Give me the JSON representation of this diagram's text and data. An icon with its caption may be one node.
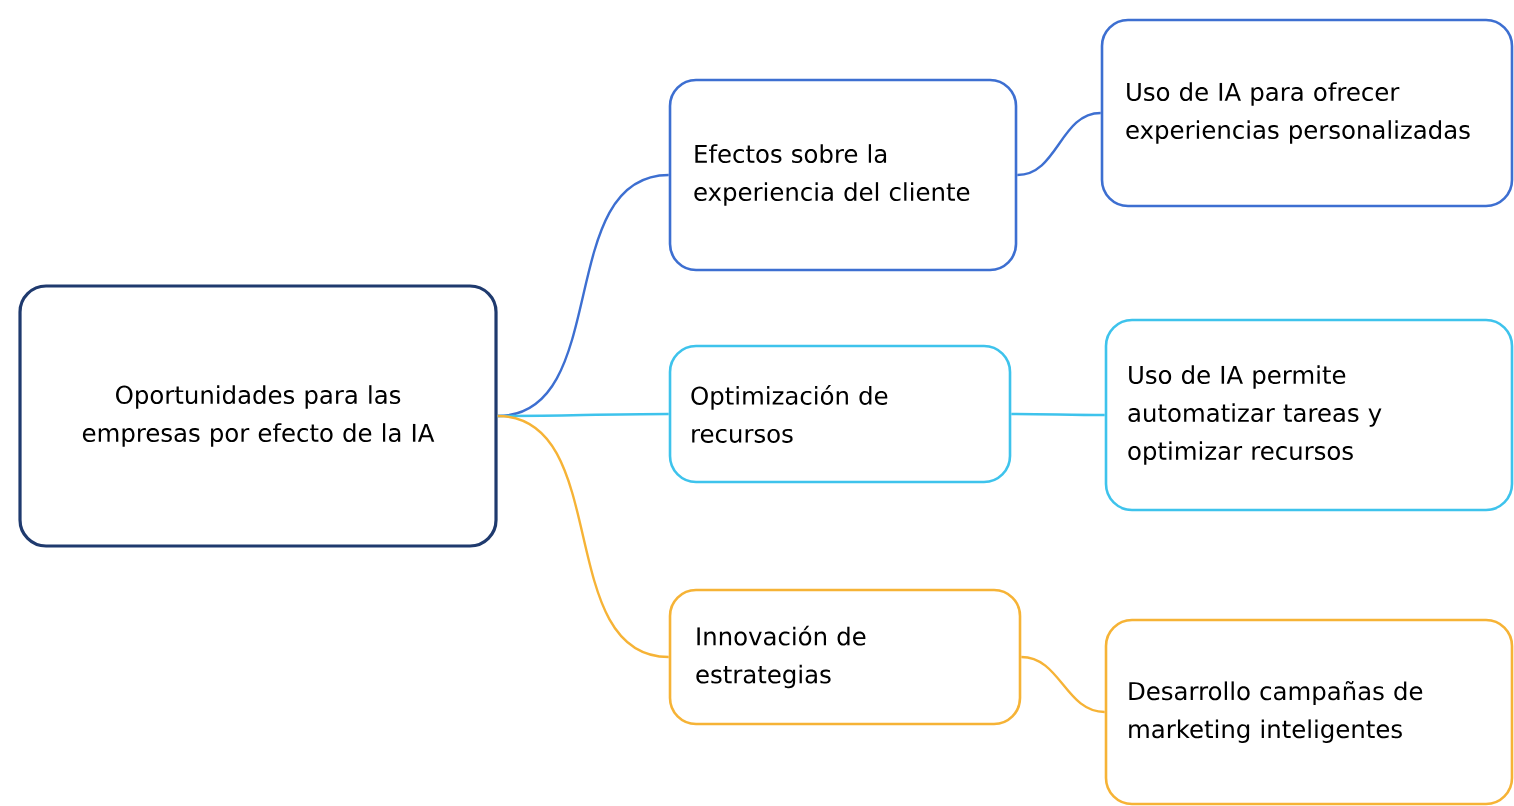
{
  "diagram": {
    "nodes": [
      {
        "text": [
          "Oportunidades para las empresas por efecto de la IA"
        ]
      },
      {
        "text": [
          "Efectos sobre la experiencia del cliente"
        ]
      },
      {
        "text": [
          "Uso de IA para ofrecer experiencias personalizadas"
        ]
      },
      {
        "text": [
          "Optimización de recursos"
        ]
      },
      {
        "text": [
          "Uso de IA permite automatizar tareas y optimizar recursos"
        ]
      },
      {
        "text": [
          "Innovación de estrategias"
        ]
      },
      {
        "text": [
          "Desarrollo campañas de marketing inteligentes"
        ]
      }
    ],
    "edges": [
      {
        "from": 0,
        "to": 1,
        "arrow": "none",
        "color": "#3d6fd1"
      },
      {
        "from": 1,
        "to": 2,
        "arrow": "none",
        "color": "#3d6fd1"
      },
      {
        "from": 0,
        "to": 3,
        "arrow": "none",
        "color": "#3ec3ec"
      },
      {
        "from": 3,
        "to": 4,
        "arrow": "none",
        "color": "#3ec3ec"
      },
      {
        "from": 0,
        "to": 5,
        "arrow": "none",
        "color": "#f6b336"
      },
      {
        "from": 5,
        "to": 6,
        "arrow": "none",
        "color": "#f6b336"
      }
    ]
  }
}
